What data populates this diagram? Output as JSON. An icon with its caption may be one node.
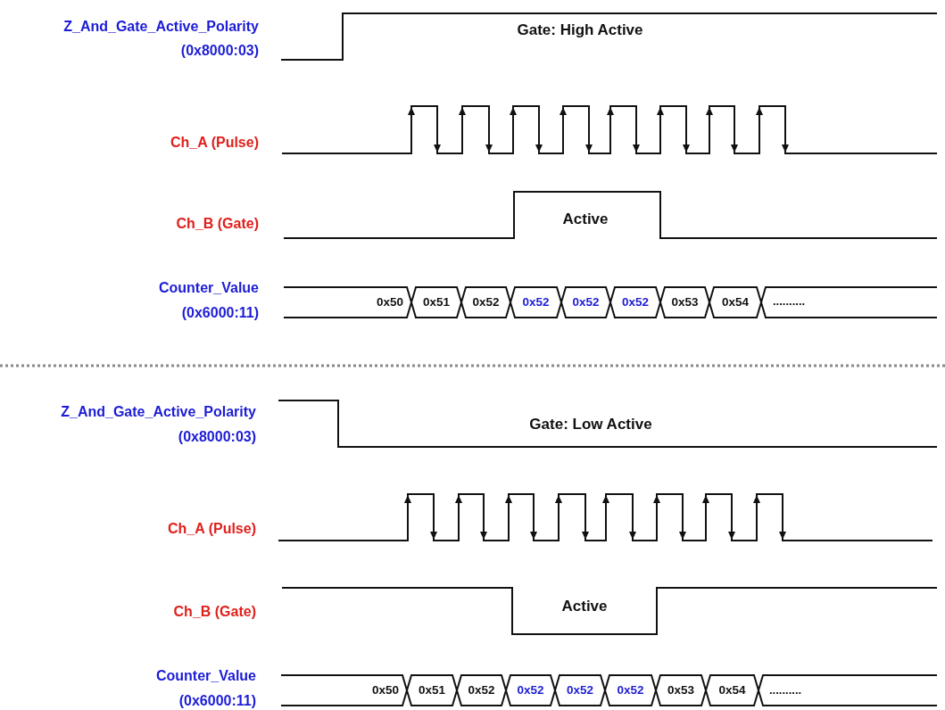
{
  "diagram": {
    "nodes": [
      {
        "text": [
          "0x50"
        ]
      },
      {
        "text": [
          "0x51"
        ]
      },
      {
        "text": [
          "0x52"
        ]
      },
      {
        "text": [
          "0x52"
        ]
      },
      {
        "text": [
          "0x52"
        ]
      },
      {
        "text": [
          "0x52"
        ]
      },
      {
        "text": [
          "0x53"
        ]
      },
      {
        "text": [
          "0x54"
        ]
      },
      {
        "text": [
          "0x50"
        ]
      },
      {
        "text": [
          "0x51"
        ]
      },
      {
        "text": [
          "0x52"
        ]
      },
      {
        "text": [
          "0x52"
        ]
      },
      {
        "text": [
          "0x52"
        ]
      },
      {
        "text": [
          "0x52"
        ]
      },
      {
        "text": [
          "0x53"
        ]
      },
      {
        "text": [
          "0x54"
        ]
      }
    ],
    "labels": [
      "Z_And_Gate_Active_Polarity",
      "(0x8000:03)",
      "Gate: High Active",
      "Ch_A (Pulse)",
      "Ch_B (Gate)",
      "Active",
      "Counter_Value",
      "(0x6000:11)",
      "..........",
      "Z_And_Gate_Active_Polarity",
      "(0x8000:03)",
      "Gate: Low Active",
      "Ch_A (Pulse)",
      "Ch_B (Gate)",
      "Active",
      "Counter_Value",
      "(0x6000:11)",
      ".........."
    ]
  }
}
